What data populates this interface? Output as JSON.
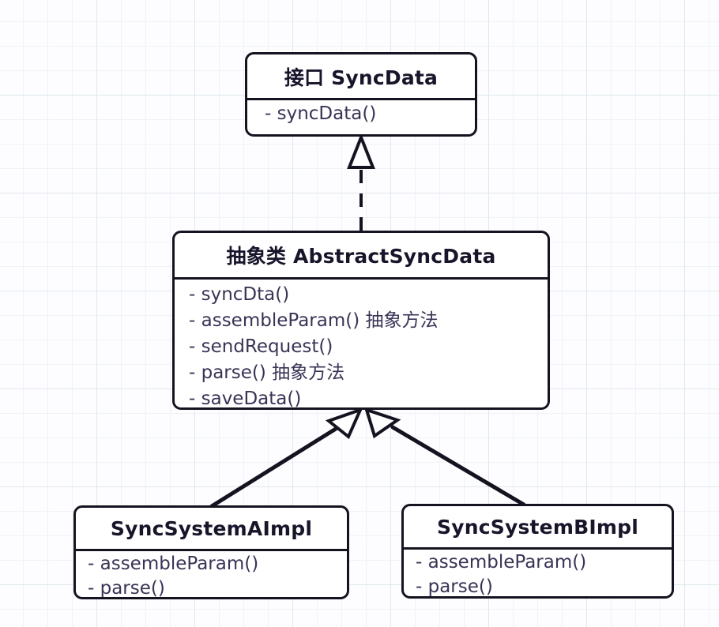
{
  "diagram": {
    "title_semantic": "uml-class-diagram",
    "background": {
      "grid_minor_color": "#eef3f7",
      "grid_major_color": "#dfe7ee",
      "paper_color": "#fdfdff"
    },
    "stroke_color": "#15131f",
    "title_text_color": "#17152a",
    "member_text_color": "#3a3356"
  },
  "nodes": {
    "interface": {
      "stereotype": "接口",
      "name": "SyncData",
      "title": "接口 SyncData",
      "members": [
        "- syncData()"
      ]
    },
    "abstract": {
      "stereotype": "抽象类",
      "name": "AbstractSyncData",
      "title": "抽象类 AbstractSyncData",
      "members": [
        "- syncDta()",
        "- assembleParam()  抽象方法",
        "- sendRequest()",
        "- parse()  抽象方法",
        "- saveData()"
      ]
    },
    "sub_a": {
      "stereotype": "",
      "name": "SyncSystemAImpl",
      "title": "SyncSystemAImpl",
      "members": [
        "- assembleParam()",
        "- parse()"
      ]
    },
    "sub_b": {
      "stereotype": "",
      "name": "SyncSystemBImpl",
      "title": "SyncSystemBImpl",
      "members": [
        "- assembleParam()",
        "- parse()"
      ]
    }
  },
  "edges": [
    {
      "id": "realization-abstract-to-interface",
      "from": "abstract",
      "to": "interface",
      "type": "realization",
      "line_style": "dashed",
      "arrowhead": "hollow-triangle"
    },
    {
      "id": "generalization-sub-a-to-abstract",
      "from": "sub_a",
      "to": "abstract",
      "type": "generalization",
      "line_style": "solid",
      "arrowhead": "hollow-triangle"
    },
    {
      "id": "generalization-sub-b-to-abstract",
      "from": "sub_b",
      "to": "abstract",
      "type": "generalization",
      "line_style": "solid",
      "arrowhead": "hollow-triangle"
    }
  ]
}
